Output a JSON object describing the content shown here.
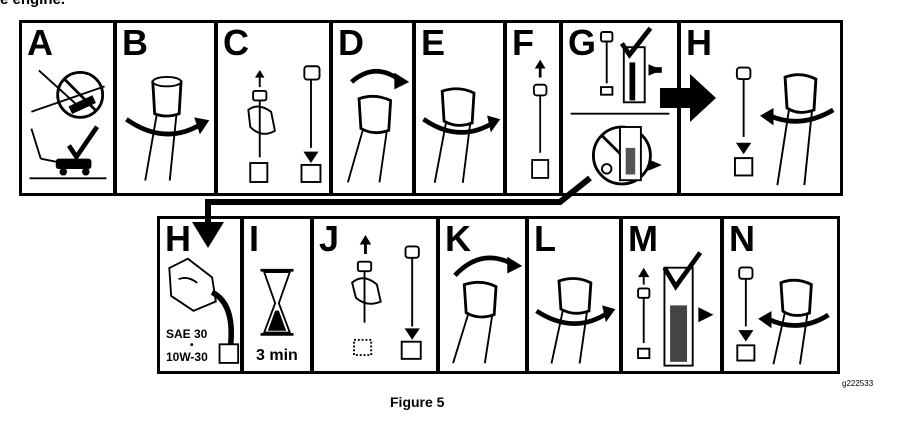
{
  "heading": "e engine.",
  "row1": [
    {
      "letter": "A"
    },
    {
      "letter": "B"
    },
    {
      "letter": "C"
    },
    {
      "letter": "D"
    },
    {
      "letter": "E"
    },
    {
      "letter": "F"
    },
    {
      "letter": "G"
    },
    {
      "letter": "H"
    }
  ],
  "row2": [
    {
      "letter": "H"
    },
    {
      "letter": "I"
    },
    {
      "letter": "J"
    },
    {
      "letter": "K"
    },
    {
      "letter": "L"
    },
    {
      "letter": "M"
    },
    {
      "letter": "N"
    }
  ],
  "oil_grade_1": "SAE 30",
  "oil_grade_sep": "•",
  "oil_grade_2": "10W-30",
  "wait_time": "3 min",
  "caption": "Figure 5",
  "figure_code": "g222533"
}
